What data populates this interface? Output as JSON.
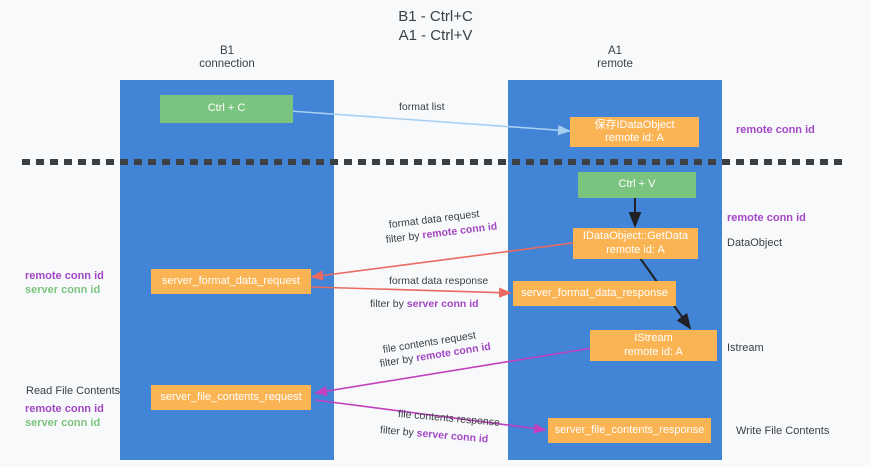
{
  "title": {
    "line1": "B1 - Ctrl+C",
    "line2": "A1 - Ctrl+V"
  },
  "columns": [
    {
      "id": "b1",
      "name": "B1",
      "role": "connection"
    },
    {
      "id": "a1",
      "name": "A1",
      "role": "remote"
    }
  ],
  "colors": {
    "lane": "#4285d6",
    "node_green": "#7bc47f",
    "node_orange": "#fbb454",
    "purple": "#a347c4",
    "green_text": "#7bc47f",
    "arrow_blue": "#a6d0f2",
    "arrow_red": "#ea6a62",
    "arrow_magenta": "#c040c0",
    "arrow_black": "#202124",
    "background": "#f8f9fa",
    "text": "#3c4043"
  },
  "nodes": {
    "ctrl_c": {
      "label": "Ctrl + C",
      "color": "green"
    },
    "save_idataobject": {
      "line1": "保存IDataObject",
      "line2": "remote id: A",
      "color": "orange"
    },
    "ctrl_v": {
      "label": "Ctrl + V",
      "color": "green"
    },
    "getdata": {
      "line1": "IDataObject::GetData",
      "line2": "remote id: A",
      "color": "orange"
    },
    "server_format_data_request": {
      "label": "server_format_data_request",
      "color": "orange"
    },
    "server_format_data_response": {
      "label": "server_format_data_response",
      "color": "orange"
    },
    "istream": {
      "line1": "IStream",
      "line2": "remote id: A",
      "color": "orange"
    },
    "server_file_contents_request": {
      "label": "server_file_contents_request",
      "color": "orange"
    },
    "server_file_contents_response": {
      "label": "server_file_contents_response",
      "color": "orange"
    }
  },
  "edge_labels": {
    "format_list": "format list",
    "format_data_request": "format data request",
    "format_data_request_filter_prefix": "filter by ",
    "format_data_request_filter_key": "remote conn id",
    "format_data_response": "format data response",
    "format_data_response_filter_prefix": "filter by ",
    "format_data_response_filter_key": "server conn id",
    "file_contents_request": "file contents request",
    "file_contents_request_filter_prefix": "filter by ",
    "file_contents_request_filter_key": "remote conn id",
    "file_contents_response": "file contents response",
    "file_contents_response_filter_prefix": "filter by ",
    "file_contents_response_filter_key": "server conn id"
  },
  "side_labels": {
    "right_top_remote_conn_id": "remote conn id",
    "right_mid_remote_conn_id": "remote conn id",
    "right_dataobject": "DataObject",
    "right_istream": "Istream",
    "right_write_file_contents": "Write File Contents",
    "left_remote_conn_id": "remote conn id",
    "left_server_conn_id": "server conn id",
    "left_read_file_contents": "Read File Contents",
    "left_bottom_remote_conn_id": "remote conn id",
    "left_bottom_server_conn_id": "server conn id"
  }
}
